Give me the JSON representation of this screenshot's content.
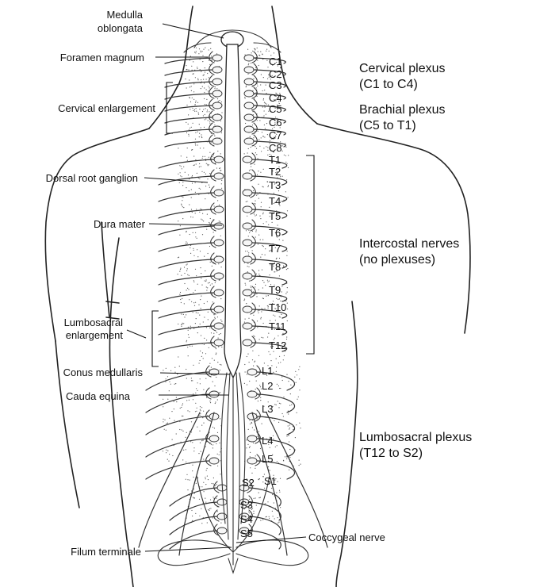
{
  "labels": {
    "medulla": [
      "Medulla",
      "oblongata"
    ],
    "foramen_magnum": "Foramen magnum",
    "cervical_enlargement": "Cervical enlargement",
    "dorsal_root_ganglion": "Dorsal root ganglion",
    "dura_mater": "Dura mater",
    "lumbosacral_enlargement": [
      "Lumbosacral",
      "enlargement"
    ],
    "conus_medullaris": "Conus medullaris",
    "cauda_equina": "Cauda equina",
    "filum_terminale": "Filum terminale",
    "coccygeal_nerve": "Coccygeal nerve"
  },
  "plexuses": {
    "cervical": [
      "Cervical plexus",
      "(C1 to C4)"
    ],
    "brachial": [
      "Brachial plexus",
      "(C5 to T1)"
    ],
    "intercostal": [
      "Intercostal nerves",
      "(no plexuses)"
    ],
    "lumbosacral": [
      "Lumbosacral plexus",
      "(T12 to S2)"
    ]
  },
  "segments": {
    "cervical": [
      "C1",
      "C2",
      "C3",
      "C4",
      "C5",
      "C6",
      "C7",
      "C8"
    ],
    "thoracic": [
      "T1",
      "T2",
      "T3",
      "T4",
      "T5",
      "T6",
      "T7",
      "T8",
      "T9",
      "T10",
      "T11",
      "T12"
    ],
    "lumbar": [
      "L1",
      "L2",
      "L3",
      "L4",
      "L5"
    ],
    "sacral": [
      "S1",
      "S2",
      "S3",
      "S4",
      "S5"
    ]
  }
}
